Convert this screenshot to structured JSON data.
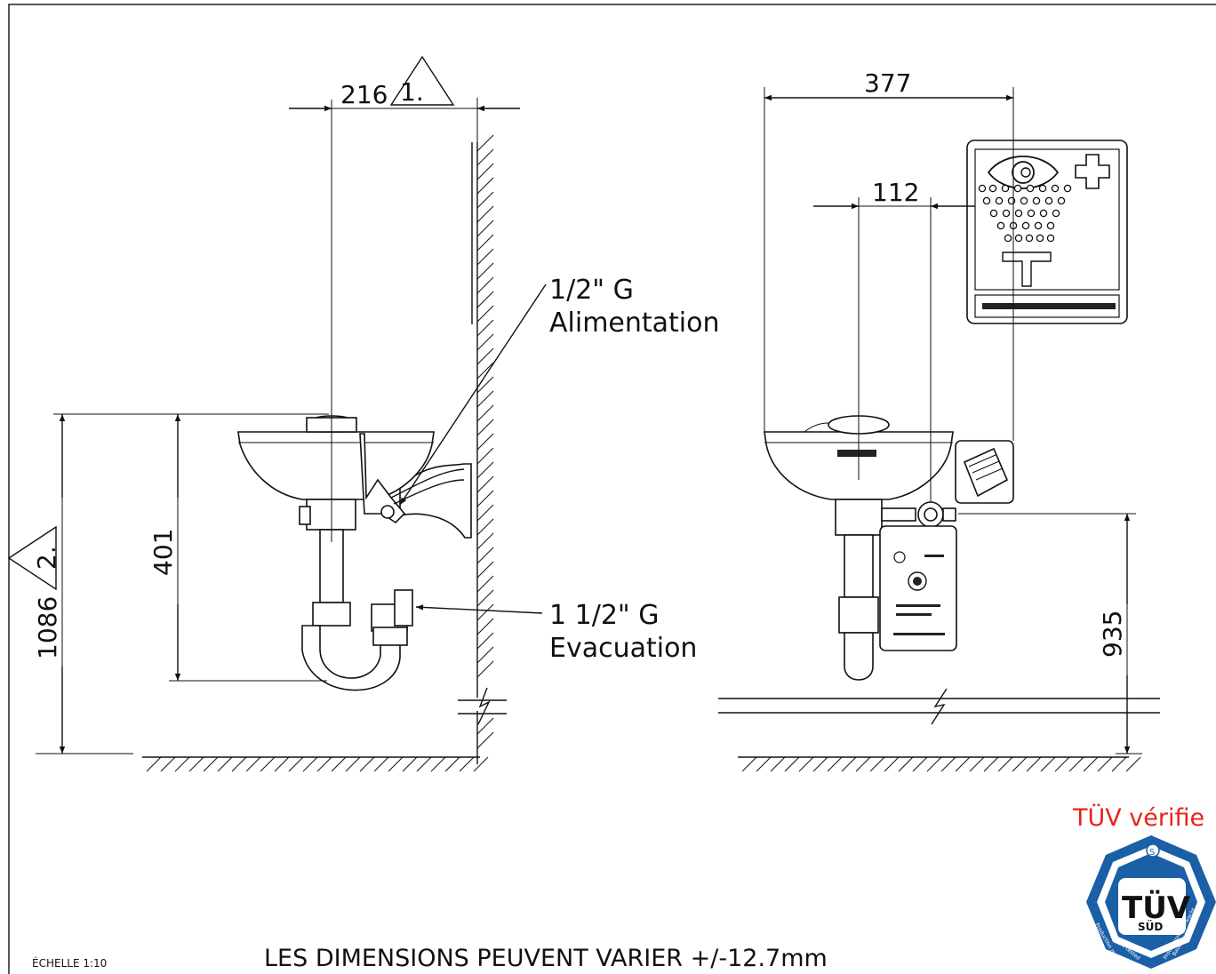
{
  "dimensions": {
    "wall_offset": "216",
    "wall_offset_note": "1.",
    "total_height": "1086",
    "total_height_note": "2.",
    "bowl_depth": "401",
    "width": "377",
    "handle_offset": "112",
    "inlet_height": "935"
  },
  "callouts": {
    "supply_size": "1/2\" G",
    "supply_label": "Alimentation",
    "drain_size": "1 1/2\" G",
    "drain_label": "Evacuation"
  },
  "certification": {
    "label": "TÜV vérifie",
    "seal_main": "TÜV",
    "seal_sub": "SÜD",
    "seal_left": "Production monitored",
    "seal_left2": "Type tested",
    "seal_right": "Produktion überwacht",
    "seal_right2": "Bauart geprüft",
    "color": "#e8221b",
    "seal_color": "#1b5fa6"
  },
  "footer": {
    "scale": "ÉCHELLE 1:10",
    "tolerance": "LES DIMENSIONS PEUVENT VARIER +/-12.7mm"
  }
}
